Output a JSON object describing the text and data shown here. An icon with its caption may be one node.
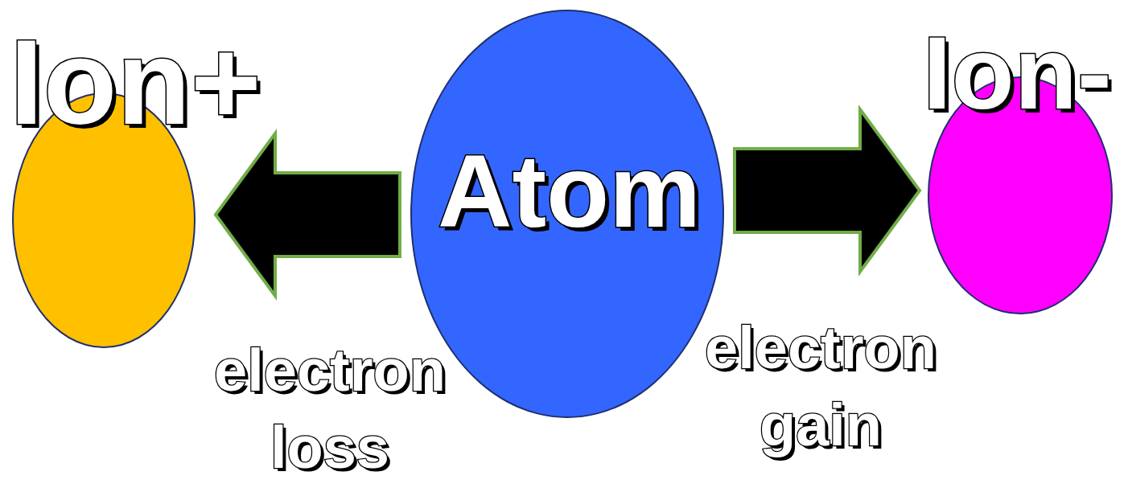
{
  "diagram": {
    "nodes": [
      {
        "text": [
          "Ion+"
        ]
      },
      {
        "text": [
          "Atom"
        ]
      },
      {
        "text": [
          "Ion-"
        ]
      }
    ],
    "edges": [
      {
        "from": 1,
        "to": 0,
        "arrow": "to",
        "label": "electron loss"
      },
      {
        "from": 1,
        "to": 2,
        "arrow": "to",
        "label": "electron gain"
      }
    ]
  }
}
